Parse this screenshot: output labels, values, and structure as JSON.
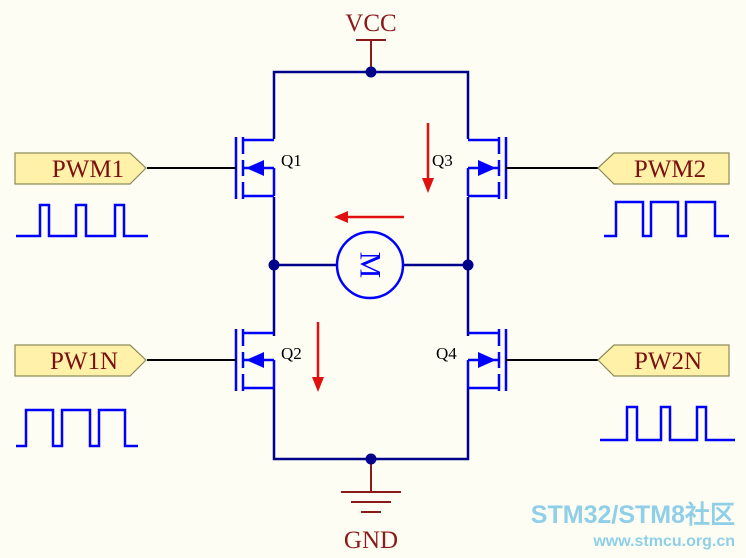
{
  "rails": {
    "vcc": "VCC",
    "gnd": "GND"
  },
  "inputs": {
    "pwm1": "PWM1",
    "pwm2": "PWM2",
    "pw1n": "PW1N",
    "pw2n": "PW2N"
  },
  "transistors": {
    "q1": "Q1",
    "q2": "Q2",
    "q3": "Q3",
    "q4": "Q4"
  },
  "motor": {
    "label": "M"
  },
  "watermark": {
    "line1": "STM32/STM8社区",
    "line2": "www.stmcu.org.cn"
  },
  "colors": {
    "wire": "#00008b",
    "component": "#0000ff",
    "current_arrow": "#e01010",
    "tag_fill": "#fff1a8",
    "label_text": "#8b1a1a",
    "watermark": "#8fcfe8"
  }
}
